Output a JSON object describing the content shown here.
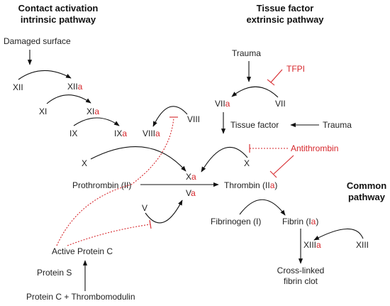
{
  "headers": {
    "intrinsic": [
      "Contact activation",
      "intrinsic pathway"
    ],
    "extrinsic": [
      "Tissue factor",
      "extrinsic pathway"
    ],
    "common": [
      "Common",
      "pathway"
    ]
  },
  "labels": {
    "damaged_surface": "Damaged surface",
    "xii": "XII",
    "xiia_base": "XII",
    "xiia_suffix": "a",
    "xi": "XI",
    "xia_base": "XI",
    "xia_suffix": "a",
    "ix": "IX",
    "ixa_base": "IX",
    "ixa_suffix": "a",
    "viii": "VIII",
    "viiia_base": "VIII",
    "viiia_suffix": "a",
    "x_left": "X",
    "xa_base": "X",
    "xa_suffix": "a",
    "va_base": "V",
    "va_suffix": "a",
    "v": "V",
    "prothrombin": "Prothrombin (II)",
    "trauma_top": "Trauma",
    "tfpi": "TFPI",
    "viia_base": "VII",
    "viia_suffix": "a",
    "vii": "VII",
    "tissue_factor": "Tissue factor",
    "trauma_right": "Trauma",
    "antithrombin": "Antithrombin",
    "x_right": "X",
    "thrombin_base": "Thrombin (II",
    "thrombin_suffix": "a",
    "thrombin_close": ")",
    "fibrinogen": "Fibrinogen (I)",
    "fibrin_base": "Fibrin (I",
    "fibrin_suffix": "a",
    "fibrin_close": ")",
    "xiii": "XIII",
    "xiiia_base": "XIII",
    "xiiia_suffix": "a",
    "clot": [
      "Cross-linked",
      "fibrin clot"
    ],
    "active_protein_c": "Active Protein C",
    "protein_s": "Protein S",
    "protein_c_tm": "Protein C + Thrombomodulin"
  },
  "colors": {
    "activated": "#d6262b",
    "inhibitor": "#d6262b",
    "text": "#222222"
  }
}
